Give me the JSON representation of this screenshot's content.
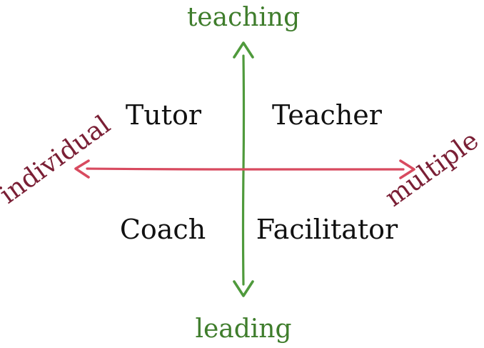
{
  "axes": {
    "vertical": {
      "top_label": "teaching",
      "bottom_label": "leading",
      "color": "#4f9a3c",
      "label_color": "#3f7d2c"
    },
    "horizontal": {
      "left_label": "individual",
      "right_label": "multiple",
      "color": "#d84a5f",
      "label_color": "#7a1f35"
    }
  },
  "quadrants": {
    "top_left": "Tutor",
    "top_right": "Teacher",
    "bottom_left": "Coach",
    "bottom_right": "Facilitator"
  },
  "text_color": "#111111"
}
